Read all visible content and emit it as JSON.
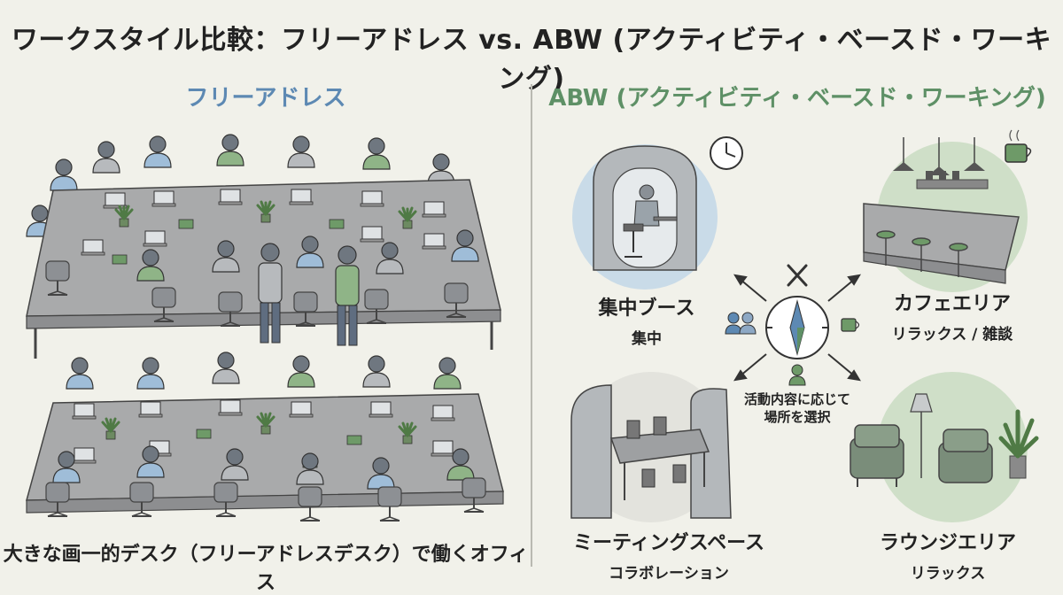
{
  "title": "ワークスタイル比較：フリーアドレス vs. ABW (アクティビティ・ベースド・ワーキング)",
  "left": {
    "heading": "フリーアドレス",
    "caption": "大きな画一的デスク（フリーアドレスデスク）で働くオフィス"
  },
  "right": {
    "heading": "ABW (アクティビティ・ベースド・ワーキング)",
    "center_text": [
      "活動内容に応じて",
      "場所を選択"
    ],
    "zones": [
      {
        "title": "集中ブース",
        "sub": "集中",
        "icon": "clock-icon"
      },
      {
        "title": "カフェエリア",
        "sub": "リラックス / 雑談",
        "icon": "coffee-cup-icon"
      },
      {
        "title": "ミーティングスペース",
        "sub": "コラボレーション",
        "icon": "meeting-table-icon"
      },
      {
        "title": "ラウンジエリア",
        "sub": "リラックス",
        "icon": "armchair-icon"
      }
    ]
  },
  "colors": {
    "blue_accent": "#5d89b3",
    "green_accent": "#5e9066",
    "blue_bg": "#c9dbe8",
    "green_bg": "#cfdfc8",
    "desk": "#a9aaab"
  }
}
